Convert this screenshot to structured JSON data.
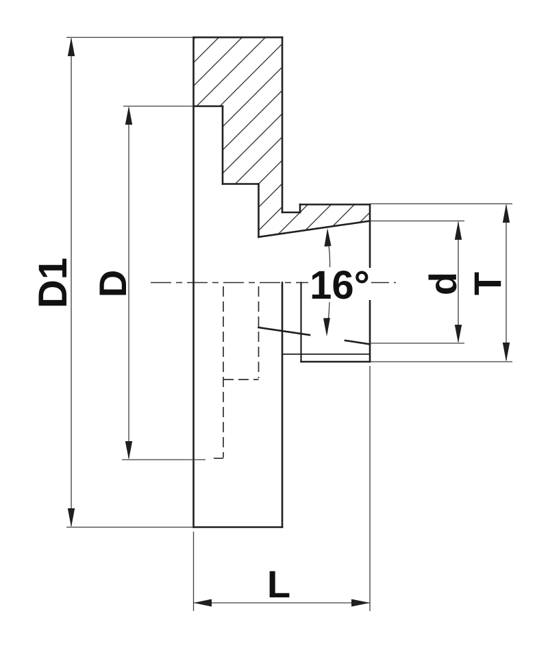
{
  "drawing": {
    "labels": {
      "flange_outer_diameter": "D1",
      "recess_diameter": "D",
      "taper_angle": "16°",
      "taper_bore_diameter": "d",
      "spigot_diameter": "T",
      "overall_length": "L"
    },
    "colors": {
      "background": "#ffffff",
      "outline": "#1f1f1f",
      "dimension_line": "#3d3d3d",
      "text": "#111111"
    }
  }
}
